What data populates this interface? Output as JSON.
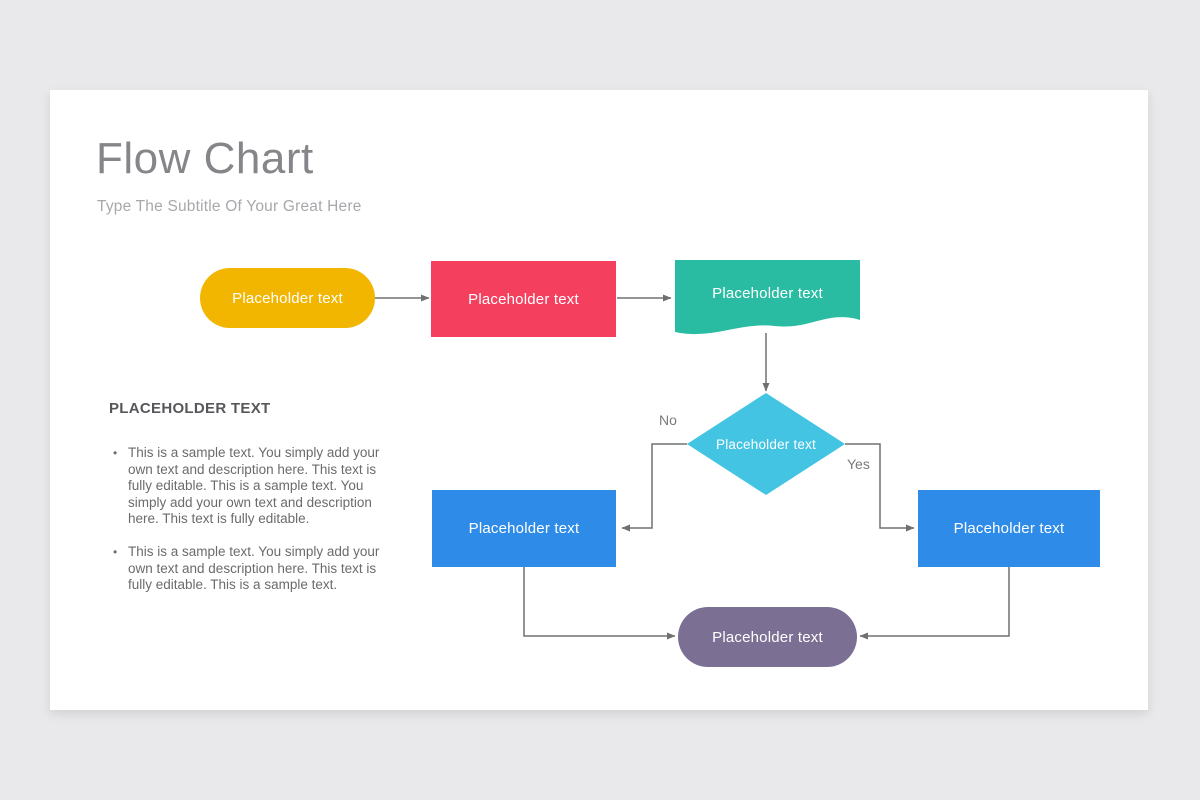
{
  "slide": {
    "title": "Flow Chart",
    "subtitle": "Type The Subtitle Of Your Great Here"
  },
  "description": {
    "heading": "PLACEHOLDER TEXT",
    "bullet_char": "•",
    "bullets": [
      "This is a sample text. You simply add your own text and description here. This text is fully editable. This is a sample text. You simply add your own text and description here. This text is fully editable.",
      "This is a sample text. You simply add your own text and description here. This text is fully editable. This is a sample text."
    ]
  },
  "flowchart": {
    "nodes": {
      "start": {
        "label": "Placeholder text",
        "shape": "rounded-terminator",
        "color": "#F2B600"
      },
      "process": {
        "label": "Placeholder text",
        "shape": "rectangle",
        "color": "#F43F5F"
      },
      "document": {
        "label": "Placeholder text",
        "shape": "document-wave",
        "color": "#2ABCA3"
      },
      "decision": {
        "label": "Placeholder text",
        "shape": "diamond",
        "color": "#43C4E3"
      },
      "branch_left": {
        "label": "Placeholder text",
        "shape": "rectangle",
        "color": "#2E8BE8"
      },
      "branch_right": {
        "label": "Placeholder text",
        "shape": "rectangle",
        "color": "#2E8BE8"
      },
      "end": {
        "label": "Placeholder text",
        "shape": "rounded-terminator",
        "color": "#7B7094"
      }
    },
    "labels": {
      "no": "No",
      "yes": "Yes"
    },
    "line_color": "#6F7072"
  }
}
